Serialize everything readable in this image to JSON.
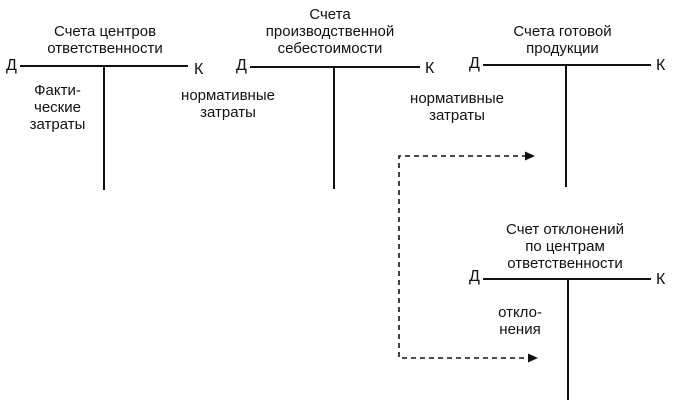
{
  "debit_label": "Д",
  "credit_label": "К",
  "accounts": [
    {
      "title": [
        "Счета центров",
        "ответственности"
      ],
      "entry": [
        "Факти-",
        "ческие",
        "затраты"
      ]
    },
    {
      "title": [
        "Счета",
        "производственной",
        "себестоимости"
      ]
    },
    {
      "title": [
        "Счета готовой",
        "продукции"
      ]
    },
    {
      "title": [
        "Счет отклонений",
        "по центрам",
        "ответственности"
      ],
      "entry": [
        "откло-",
        "нения"
      ]
    }
  ],
  "flows": [
    {
      "label": [
        "нормативные",
        "затраты"
      ]
    },
    {
      "label": [
        "нормативные",
        "затраты"
      ]
    }
  ],
  "colors": {
    "line": "#111111",
    "background": "#ffffff"
  }
}
